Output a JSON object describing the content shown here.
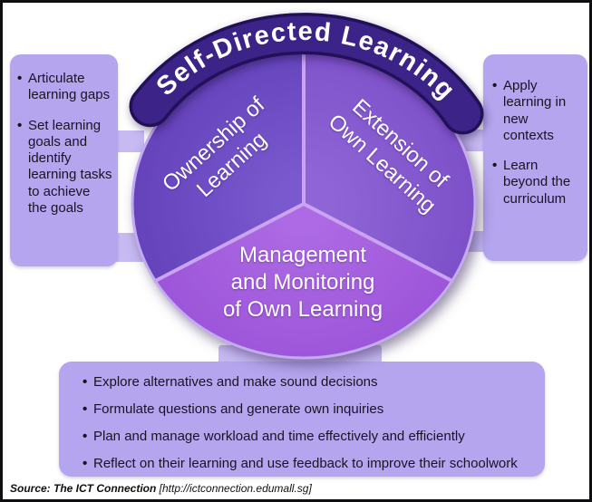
{
  "banner": {
    "text": "Self-Directed Learning"
  },
  "pie": {
    "segments": [
      {
        "id": "ownership",
        "label": "Ownership of\nLearning"
      },
      {
        "id": "extension",
        "label": "Extension of\nOwn Learning"
      },
      {
        "id": "management",
        "label": "Management\nand Monitoring\nof Own Learning"
      }
    ]
  },
  "left_box": {
    "items": [
      "Articulate learning gaps",
      "Set learning goals and identify learning tasks to achieve the goals"
    ]
  },
  "right_box": {
    "items": [
      "Apply learning in new contexts",
      "Learn beyond the curriculum"
    ]
  },
  "bottom_box": {
    "items": [
      "Explore alternatives and make sound decisions",
      "Formulate questions and generate own inquiries",
      "Plan and manage workload and time effectively and efficiently",
      "Reflect on their learning and use feedback to improve their schoolwork"
    ]
  },
  "footer": {
    "source": "Source: The ICT Connection",
    "url": " [http://ictconnection.edumall.sg]"
  },
  "colors": {
    "frame": "#0e0e10",
    "banner": "#3b2387",
    "banner_edge": "#221058",
    "seg_own": "#6342ba",
    "seg_own_light": "#7a58ce",
    "seg_ext": "#7c4fc8",
    "seg_ext_light": "#8f65d6",
    "seg_man": "#9b53d8",
    "seg_man_light": "#ad6ae4",
    "divider": "#cba4f0",
    "rim": "#c2abef",
    "box_bg": "#b4a5ee",
    "tab_bg": "#c7baf3",
    "ink": "#191423"
  }
}
